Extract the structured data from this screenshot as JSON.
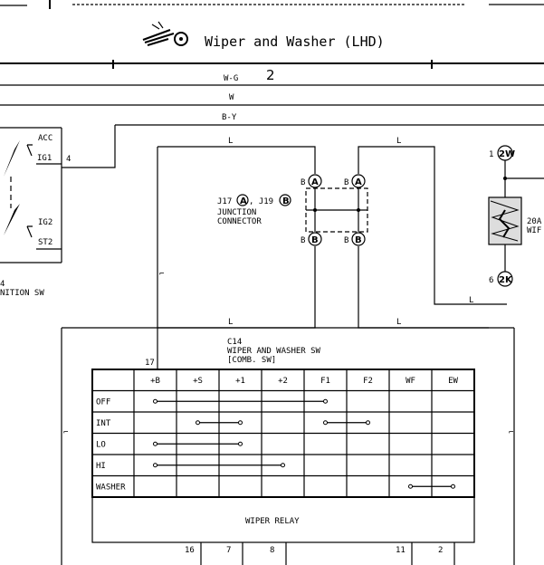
{
  "title": "Wiper and Washer (LHD)",
  "page_number": "2",
  "wires": {
    "w_g": "W-G",
    "w": "W",
    "b_y": "B-Y",
    "l": "L",
    "l_slash": "L"
  },
  "ignition": {
    "acc": "ACC",
    "ig1": "IG1",
    "ig1_pin": "4",
    "ig2": "IG2",
    "st2": "ST2",
    "code": "4",
    "name": "NITION SW"
  },
  "junction": {
    "label_prefix": "J17",
    "label_a": "A",
    "label_sep": ", J19",
    "label_b": "B",
    "name_line1": "JUNCTION",
    "name_line2": "CONNECTOR",
    "left_top_pin": "B",
    "right_top_pin": "B",
    "left_bot_pin": "B",
    "right_bot_pin": "B",
    "conn_a": "A",
    "conn_b": "B"
  },
  "fuse": {
    "top_pin": "1",
    "top_conn": "2W",
    "bottom_pin": "6",
    "bottom_conn": "2K",
    "amp": "20A",
    "name": "WIF"
  },
  "switch": {
    "code": "C14",
    "name_line1": "WIPER AND WASHER SW",
    "name_line2": "[COMB. SW]",
    "pin_17": "17",
    "columns": [
      "+B",
      "+S",
      "+1",
      "+2",
      "F1",
      "F2",
      "WF",
      "EW"
    ],
    "rows": [
      "OFF",
      "INT",
      "LO",
      "HI",
      "WASHER"
    ],
    "relay": "WIPER RELAY",
    "bottom_pins": [
      "16",
      "7",
      "8",
      "11",
      "2"
    ]
  }
}
